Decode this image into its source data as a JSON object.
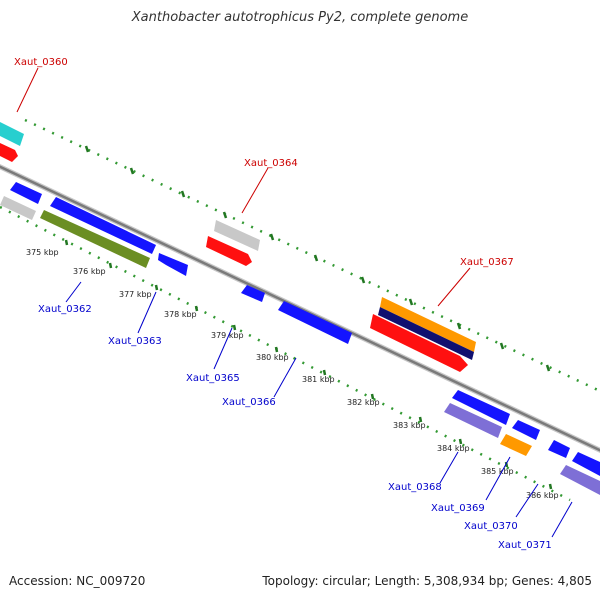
{
  "title": "Xanthobacter autotrophicus Py2, complete genome",
  "accession": "Accession: NC_009720",
  "topology": "Topology: circular; Length: 5,308,934 bp; Genes: 4,805",
  "ticks": [
    "375 kbp",
    "376 kbp",
    "377 kbp",
    "378 kbp",
    "379 kbp",
    "380 kbp",
    "381 kbp",
    "382 kbp",
    "383 kbp",
    "384 kbp",
    "385 kbp",
    "386 kbp"
  ],
  "labels_forward": [
    "Xaut_0360",
    "Xaut_0364",
    "Xaut_0367"
  ],
  "labels_reverse": [
    "Xaut_0362",
    "Xaut_0363",
    "Xaut_0365",
    "Xaut_0366",
    "Xaut_0368",
    "Xaut_0369",
    "Xaut_0370",
    "Xaut_0371"
  ],
  "colors": {
    "backbone": "#8c8c8c",
    "tick_dots": "#339933",
    "cds": "#1414ff",
    "rna_red": "#ff0f0f",
    "gray": "#c6c6c6",
    "cyan": "#27cfcf",
    "olive": "#6b8e23",
    "orange": "#ff9900",
    "navy": "#101070",
    "lavender": "#7e6fd6"
  }
}
